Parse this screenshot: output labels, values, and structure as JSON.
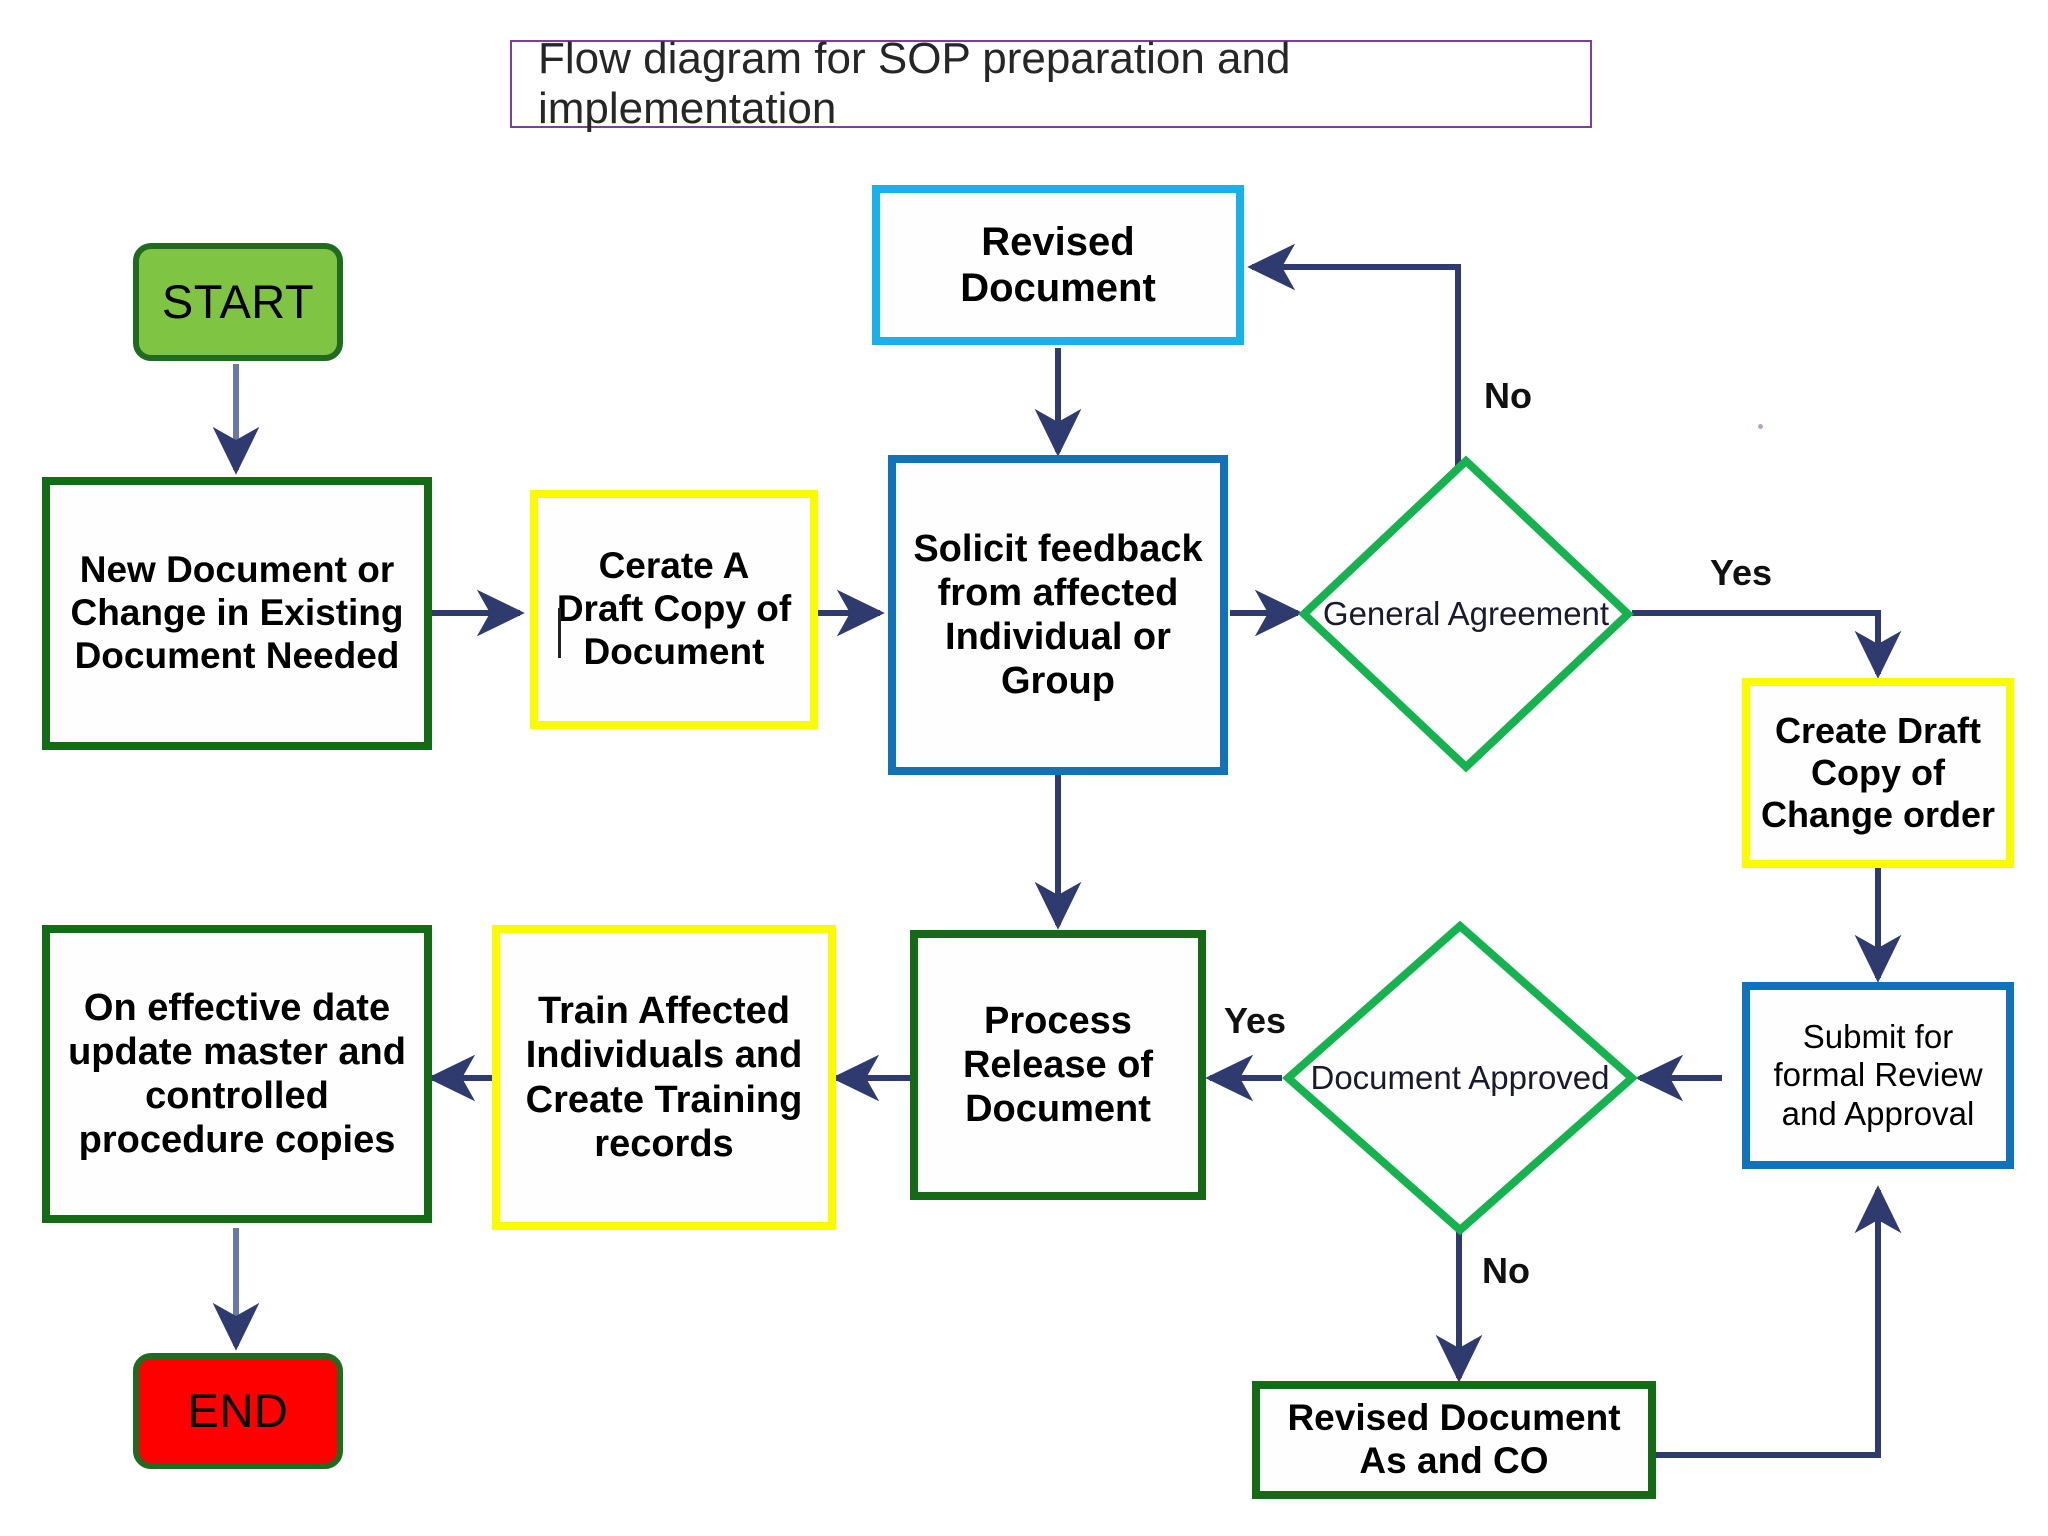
{
  "title": {
    "text": "Flow diagram for SOP preparation and implementation",
    "border_color": "#7d3f98"
  },
  "colors": {
    "start_fill": "#7fc442",
    "end_fill": "#fe0000",
    "terminator_border": "#1f6b20",
    "green_border": "#156b15",
    "yellow_border": "#fbfb00",
    "blue_border": "#1072b9",
    "cyan_border": "#18b2e8",
    "diamond_border": "#15b24f",
    "arrow": "#2f3b6e",
    "node_fill": "#fefefe"
  },
  "nodes": {
    "start": {
      "label": "START",
      "shape": "terminator"
    },
    "new_document": {
      "label": "New Document or\nChange in Existing\nDocument Needed",
      "shape": "process"
    },
    "create_draft": {
      "label": "Cerate A\nDraft Copy of\nDocument",
      "shape": "process"
    },
    "solicit_feedback": {
      "label": "Solicit feedback\nfrom affected\nIndividual  or\nGroup",
      "shape": "process"
    },
    "revised_document_top": {
      "label": "Revised Document",
      "shape": "process"
    },
    "general_agreement": {
      "label": "General Agreement",
      "shape": "decision"
    },
    "create_change_order": {
      "label": "Create Draft\nCopy of\nChange order",
      "shape": "process"
    },
    "submit_review": {
      "label": "Submit for\nformal Review\nand Approval",
      "shape": "process"
    },
    "document_approved": {
      "label": "Document Approved",
      "shape": "decision"
    },
    "revised_document_co": {
      "label": "Revised Document\nAs  and CO",
      "shape": "process"
    },
    "process_release": {
      "label": "Process\nRelease of\nDocument",
      "shape": "process"
    },
    "train_affected": {
      "label": "Train Affected\nIndividuals and\nCreate Training\nrecords",
      "shape": "process"
    },
    "update_master": {
      "label": "On effective date\nupdate master and\ncontrolled\nprocedure  copies",
      "shape": "process"
    },
    "end": {
      "label": "END",
      "shape": "terminator"
    }
  },
  "edge_labels": {
    "agreement_no": "No",
    "agreement_yes": "Yes",
    "approved_yes": "Yes",
    "approved_no": "No"
  },
  "chart_data": {
    "type": "diagram",
    "title": "Flow diagram for SOP preparation and implementation",
    "diagram_kind": "flowchart",
    "nodes": [
      {
        "id": "start",
        "text": "START",
        "shape": "terminator",
        "fill": "#7fc442",
        "border": "#1f6b20"
      },
      {
        "id": "new_document",
        "text": "New Document or Change in Existing Document Needed",
        "shape": "rect",
        "border": "#156b15"
      },
      {
        "id": "create_draft",
        "text": "Cerate A Draft Copy of Document",
        "shape": "rect",
        "border": "#fbfb00"
      },
      {
        "id": "solicit_feedback",
        "text": "Solicit feedback from affected Individual or Group",
        "shape": "rect",
        "border": "#1072b9"
      },
      {
        "id": "revised_document_top",
        "text": "Revised Document",
        "shape": "rect",
        "border": "#18b2e8"
      },
      {
        "id": "general_agreement",
        "text": "General Agreement",
        "shape": "diamond",
        "border": "#15b24f"
      },
      {
        "id": "create_change_order",
        "text": "Create Draft Copy of Change order",
        "shape": "rect",
        "border": "#fbfb00"
      },
      {
        "id": "submit_review",
        "text": "Submit for formal Review and Approval",
        "shape": "rect",
        "border": "#1072b9"
      },
      {
        "id": "document_approved",
        "text": "Document Approved",
        "shape": "diamond",
        "border": "#15b24f"
      },
      {
        "id": "revised_document_co",
        "text": "Revised Document As and CO",
        "shape": "rect",
        "border": "#156b15"
      },
      {
        "id": "process_release",
        "text": "Process Release of Document",
        "shape": "rect",
        "border": "#156b15"
      },
      {
        "id": "train_affected",
        "text": "Train Affected Individuals and Create Training records",
        "shape": "rect",
        "border": "#fbfb00"
      },
      {
        "id": "update_master",
        "text": "On effective date update master and controlled procedure copies",
        "shape": "rect",
        "border": "#156b15"
      },
      {
        "id": "end",
        "text": "END",
        "shape": "terminator",
        "fill": "#fe0000",
        "border": "#1f6b20"
      }
    ],
    "edges": [
      {
        "from": "start",
        "to": "new_document",
        "label": ""
      },
      {
        "from": "new_document",
        "to": "create_draft",
        "label": ""
      },
      {
        "from": "create_draft",
        "to": "solicit_feedback",
        "label": ""
      },
      {
        "from": "revised_document_top",
        "to": "solicit_feedback",
        "label": ""
      },
      {
        "from": "solicit_feedback",
        "to": "general_agreement",
        "label": ""
      },
      {
        "from": "general_agreement",
        "to": "revised_document_top",
        "label": "No"
      },
      {
        "from": "general_agreement",
        "to": "create_change_order",
        "label": "Yes"
      },
      {
        "from": "create_change_order",
        "to": "submit_review",
        "label": ""
      },
      {
        "from": "submit_review",
        "to": "document_approved",
        "label": ""
      },
      {
        "from": "document_approved",
        "to": "process_release",
        "label": "Yes"
      },
      {
        "from": "document_approved",
        "to": "revised_document_co",
        "label": "No"
      },
      {
        "from": "revised_document_co",
        "to": "submit_review",
        "label": ""
      },
      {
        "from": "solicit_feedback",
        "to": "process_release",
        "label": ""
      },
      {
        "from": "process_release",
        "to": "train_affected",
        "label": ""
      },
      {
        "from": "train_affected",
        "to": "update_master",
        "label": ""
      },
      {
        "from": "update_master",
        "to": "end",
        "label": ""
      }
    ]
  }
}
